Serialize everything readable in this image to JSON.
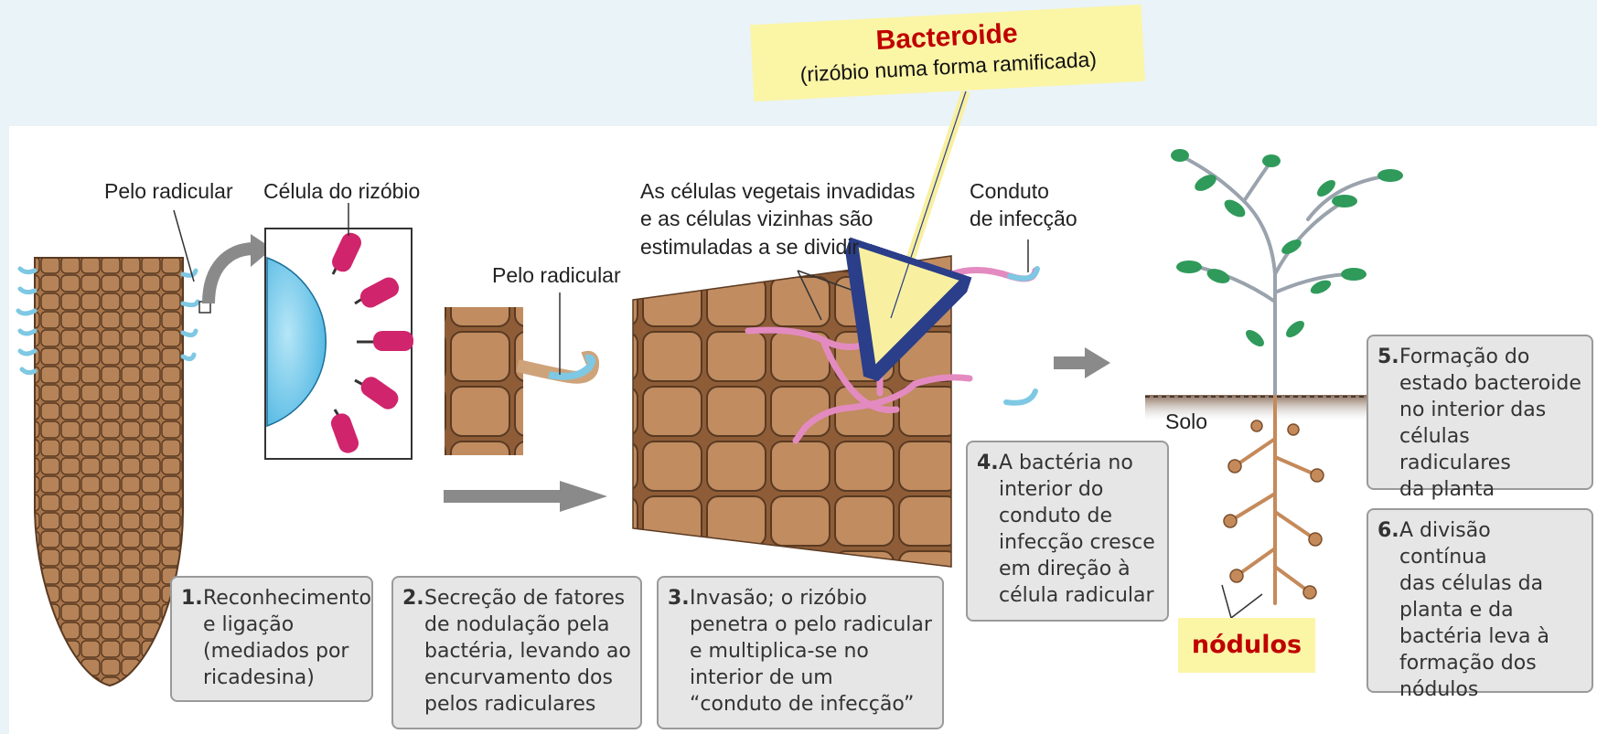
{
  "callout": {
    "title": "Bacteroide",
    "subtitle": "(rizóbio numa forma ramificada)"
  },
  "labels": {
    "pelo_radicular_1": "Pelo radicular",
    "celula_rizobio": "Célula do rizóbio",
    "pelo_radicular_2": "Pelo radicular",
    "celulas_invadidas": "As células vegetais invadidas\ne as células vizinhas são\nestimuladas a se dividir",
    "conduto": "Conduto\nde infecção",
    "solo": "Solo",
    "nodulos": "nódulos"
  },
  "steps": [
    {
      "num": "1.",
      "text": "Reconhecimento\ne ligação\n(mediados por\nricadesina)"
    },
    {
      "num": "2.",
      "text": "Secreção de fatores\nde nodulação pela\nbactéria, levando ao\nencurvamento dos\npelos radiculares"
    },
    {
      "num": "3.",
      "text": "Invasão; o rizóbio\npenetra o pelo radicular\ne multiplica-se no\ninterior de um\n“conduto de infecção”"
    },
    {
      "num": "4.",
      "text": "A bactéria no\ninterior do\nconduto de\ninfecção cresce\nem direção à\ncélula radicular"
    },
    {
      "num": "5.",
      "text": "Formação do\nestado bacteroide\nno interior das\ncélulas radiculares\nda planta"
    },
    {
      "num": "6.",
      "text": "A divisão contínua\ndas células da\nplanta e da\nbactéria leva à\nformação dos\nnódulos"
    }
  ],
  "colors": {
    "root_brown": "#a8744a",
    "cell_border": "#5a3a22",
    "rhizobium_pink": "#d0246c",
    "root_hair_blue": "#7ec8e3",
    "infection_pink": "#e38bc0",
    "leaf_green": "#2f9a5a",
    "arrow_gray": "#8a8a8a",
    "highlight_yellow": "#fbf5a6",
    "title_red": "#c00000"
  }
}
